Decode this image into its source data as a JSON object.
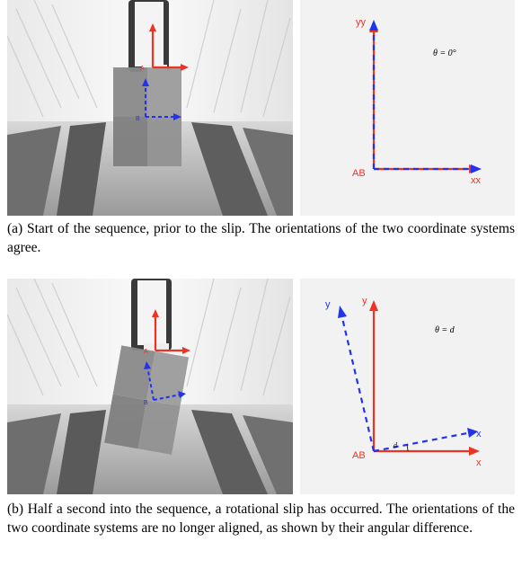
{
  "figure": {
    "panel_a": {
      "photo_labels": {
        "frame_a": "A",
        "frame_b": "B"
      },
      "axes_labels": {
        "origin": "AB",
        "y": "yy",
        "x": "xx"
      },
      "angle_text": "θ = 0°",
      "caption": "(a) Start of the sequence, prior to the slip. The orientations of the two coordinate systems agree."
    },
    "panel_b": {
      "photo_labels": {
        "frame_a": "A",
        "frame_b": "B"
      },
      "axes_labels": {
        "origin": "AB",
        "y_red": "y",
        "y_blue": "y",
        "x_red": "x",
        "x_blue": "x",
        "angle": "d"
      },
      "angle_text": "θ = d",
      "caption": "(b) Half a second into the sequence, a rotational slip has occurred. The orientations of the two coordinate systems are no longer aligned, as shown by their angular difference."
    }
  },
  "colors": {
    "frame_a": "#ee3322",
    "frame_b": "#2233ee"
  }
}
